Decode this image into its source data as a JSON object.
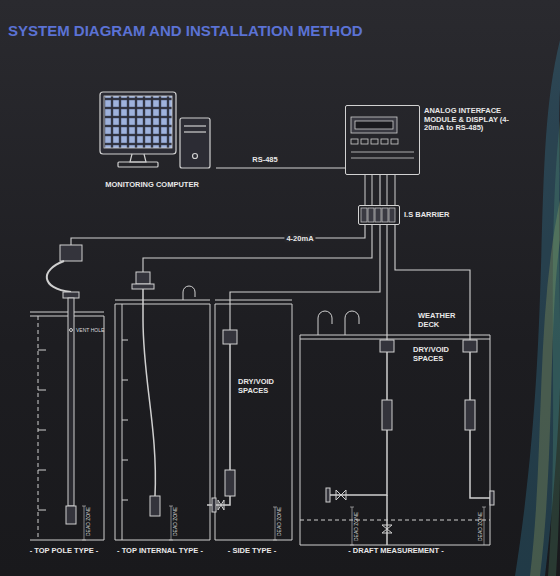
{
  "diagram": {
    "title": "SYSTEM DIAGRAM AND INSTALLATION METHOD",
    "nodes": [
      {
        "text": [
          "MONITORING COMPUTER"
        ]
      },
      {
        "text": [
          "ANALOG INTERFACE MODULE & DISPLAY (4-20mA to RS-485)"
        ]
      },
      {
        "text": [
          "I.S BARRIER"
        ]
      },
      {
        "text": [
          "- TOP POLE TYPE -"
        ]
      },
      {
        "text": [
          "- TOP INTERNAL TYPE -"
        ]
      },
      {
        "text": [
          "- SIDE TYPE -",
          "DRY/VOID SPACES"
        ]
      },
      {
        "text": [
          "- DRAFT MEASUREMENT -",
          "WEATHER DECK",
          "DRY/VOID SPACES"
        ]
      }
    ],
    "edges": [
      {
        "from": 0,
        "to": 1,
        "label": "RS-485",
        "arrow": "none"
      },
      {
        "from": 1,
        "to": 2,
        "arrow": "none"
      },
      {
        "from": 2,
        "to": 3,
        "label": "4-20mA",
        "arrow": "none"
      },
      {
        "from": 2,
        "to": 4,
        "arrow": "none"
      },
      {
        "from": 2,
        "to": 5,
        "arrow": "none"
      },
      {
        "from": 2,
        "to": 6,
        "arrow": "none"
      },
      {
        "from": 2,
        "to": 6,
        "arrow": "none"
      }
    ],
    "labels": [
      "VENT HOLE",
      "DEAD ZONE",
      "DEAD ZONE",
      "DEAD ZONE",
      "DEAD ZONE",
      "DEAD ZONE"
    ]
  }
}
